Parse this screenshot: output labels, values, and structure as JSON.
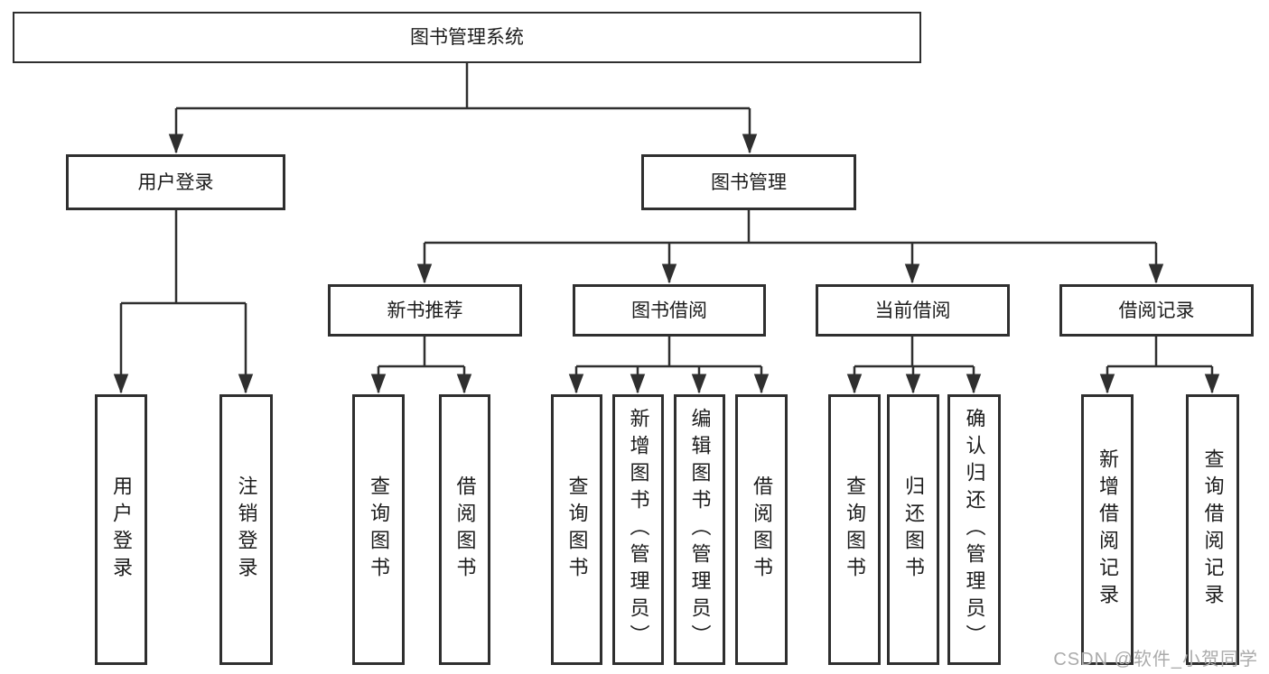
{
  "page": {
    "background": "#ffffff",
    "line_color": "#2f2f2f",
    "text_color": "#1c1c1c",
    "watermark": {
      "text": "CSDN @软件_小贺同学",
      "color": "#ababab"
    }
  },
  "tree": {
    "root": {
      "label": "图书管理系统"
    },
    "branches": [
      {
        "label": "用户登录",
        "children": [
          {
            "label": "用户登录"
          },
          {
            "label": "注销登录"
          }
        ]
      },
      {
        "label": "图书管理",
        "sections": [
          {
            "label": "新书推荐",
            "children": [
              {
                "label": "查询图书"
              },
              {
                "label": "借阅图书"
              }
            ]
          },
          {
            "label": "图书借阅",
            "children": [
              {
                "label": "查询图书"
              },
              {
                "label": "新增图书（管理员）"
              },
              {
                "label": "编辑图书（管理员）"
              },
              {
                "label": "借阅图书"
              }
            ]
          },
          {
            "label": "当前借阅",
            "children": [
              {
                "label": "查询图书"
              },
              {
                "label": "归还图书"
              },
              {
                "label": "确认归还（管理员）"
              }
            ]
          },
          {
            "label": "借阅记录",
            "children": [
              {
                "label": "新增借阅记录"
              },
              {
                "label": "查询借阅记录"
              }
            ]
          }
        ]
      }
    ]
  }
}
